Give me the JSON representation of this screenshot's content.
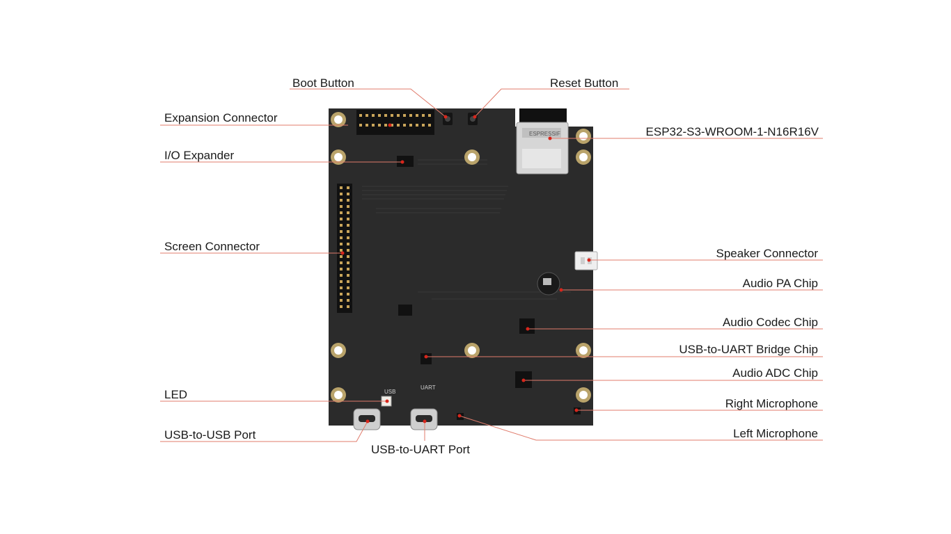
{
  "diagram": {
    "labels": {
      "boot_button": "Boot Button",
      "reset_button": "Reset Button",
      "expansion_connector": "Expansion Connector",
      "esp32_module": "ESP32-S3-WROOM-1-N16R16V",
      "io_expander": "I/O Expander",
      "screen_connector": "Screen Connector",
      "speaker_connector": "Speaker Connector",
      "audio_pa_chip": "Audio PA Chip",
      "audio_codec_chip": "Audio Codec Chip",
      "usb_uart_bridge_chip": "USB-to-UART Bridge Chip",
      "audio_adc_chip": "Audio ADC Chip",
      "led": "LED",
      "right_microphone": "Right Microphone",
      "usb_usb_port": "USB-to-USB Port",
      "left_microphone": "Left Microphone",
      "usb_uart_port": "USB-to-UART Port"
    },
    "board_silkscreen": {
      "usb": "USB",
      "uart": "UART",
      "module_brand": "ESPRESSIF"
    },
    "colors": {
      "board": "#2b2b2b",
      "leader_line": "#e07b6b",
      "marker": "#d8261c",
      "label_text": "#1a1a1a",
      "background": "#ffffff"
    }
  }
}
